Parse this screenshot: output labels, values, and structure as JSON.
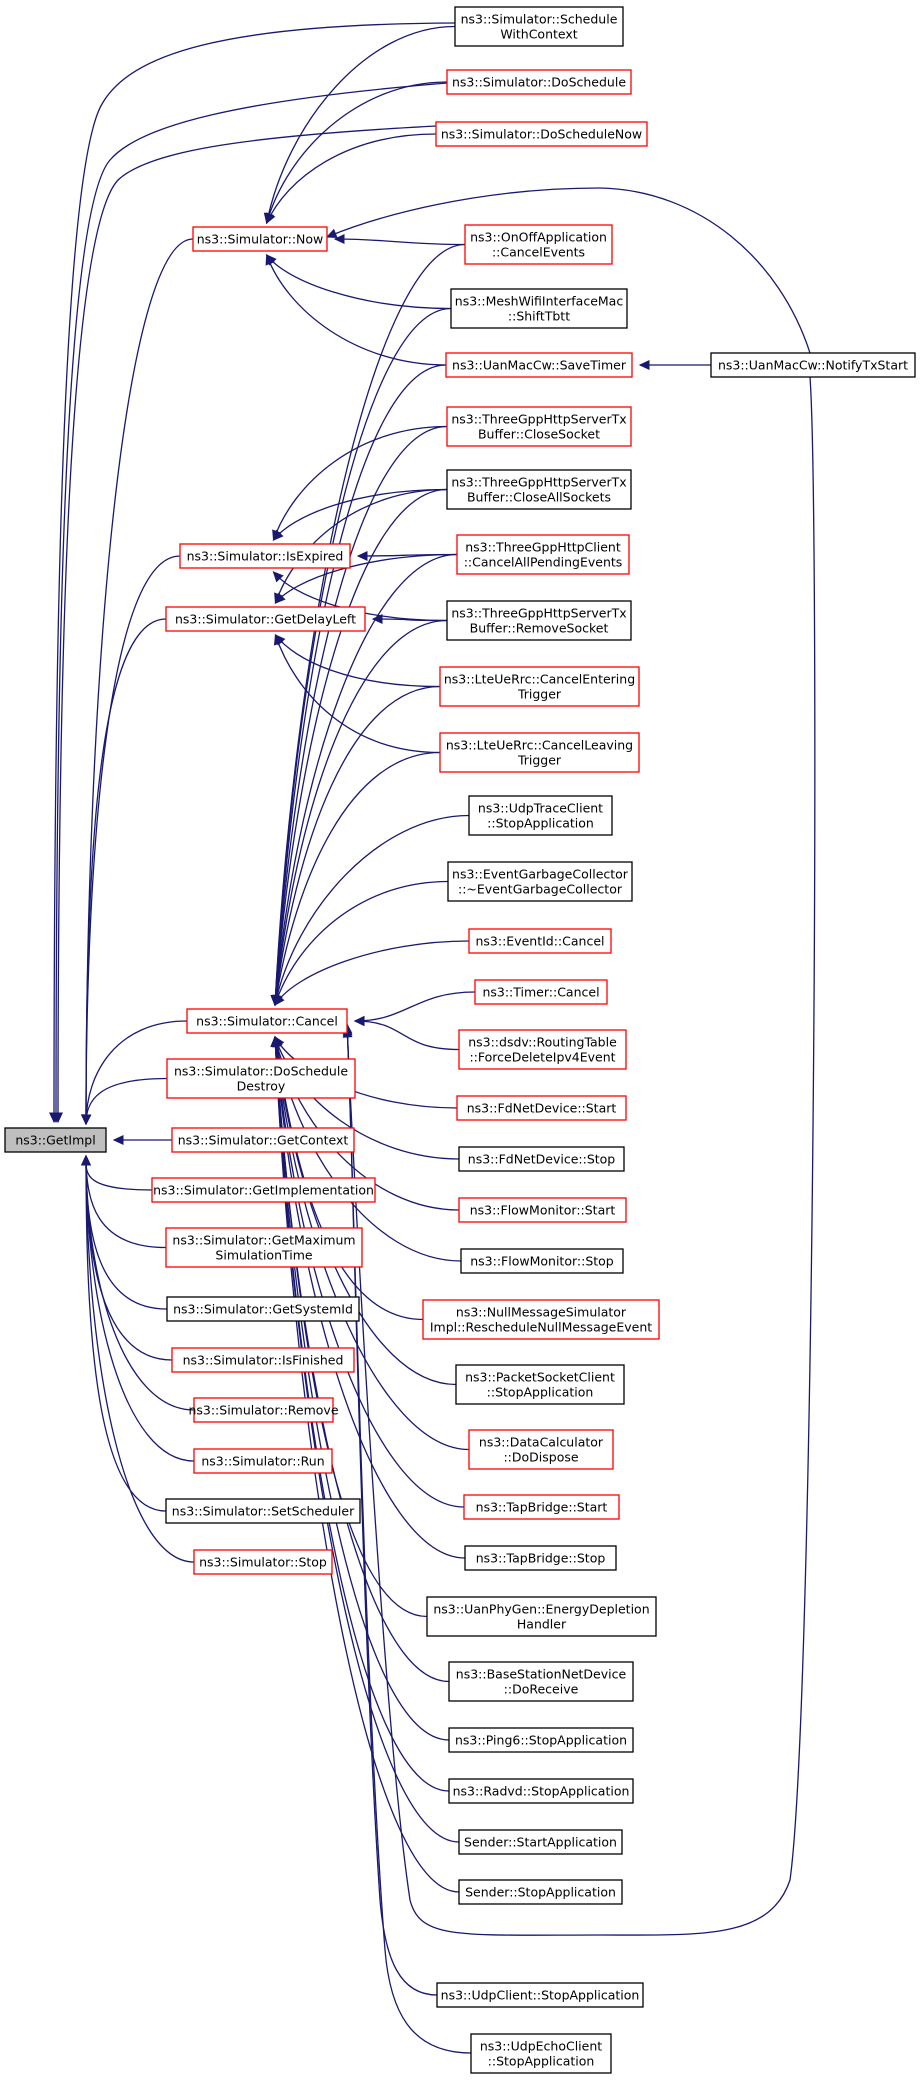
{
  "diagram": {
    "colors": {
      "edge": "#191970",
      "border_default": "#000000",
      "border_truncated": "#ff0000",
      "focus_fill": "#bfbfbf",
      "node_fill": "#ffffff"
    },
    "nodes": [
      {
        "id": "getimpl",
        "lines": [
          "ns3::GetImpl"
        ],
        "style": "focus"
      },
      {
        "id": "sim_now",
        "lines": [
          "ns3::Simulator::Now"
        ],
        "style": "red"
      },
      {
        "id": "sim_isexpired",
        "lines": [
          "ns3::Simulator::IsExpired"
        ],
        "style": "red"
      },
      {
        "id": "sim_getdelayleft",
        "lines": [
          "ns3::Simulator::GetDelayLeft"
        ],
        "style": "red"
      },
      {
        "id": "sim_cancel",
        "lines": [
          "ns3::Simulator::Cancel"
        ],
        "style": "red"
      },
      {
        "id": "sim_doschedule_destroy",
        "lines": [
          "ns3::Simulator::DoSchedule",
          "Destroy"
        ],
        "style": "red"
      },
      {
        "id": "sim_getcontext",
        "lines": [
          "ns3::Simulator::GetContext"
        ],
        "style": "red"
      },
      {
        "id": "sim_getimplementation",
        "lines": [
          "ns3::Simulator::GetImplementation"
        ],
        "style": "red"
      },
      {
        "id": "sim_getmaxsimtime",
        "lines": [
          "ns3::Simulator::GetMaximum",
          "SimulationTime"
        ],
        "style": "red"
      },
      {
        "id": "sim_getsystemid",
        "lines": [
          "ns3::Simulator::GetSystemId"
        ],
        "style": "black"
      },
      {
        "id": "sim_isfinished",
        "lines": [
          "ns3::Simulator::IsFinished"
        ],
        "style": "red"
      },
      {
        "id": "sim_remove",
        "lines": [
          "ns3::Simulator::Remove"
        ],
        "style": "red"
      },
      {
        "id": "sim_run",
        "lines": [
          "ns3::Simulator::Run"
        ],
        "style": "red"
      },
      {
        "id": "sim_setscheduler",
        "lines": [
          "ns3::Simulator::SetScheduler"
        ],
        "style": "black"
      },
      {
        "id": "sim_stop",
        "lines": [
          "ns3::Simulator::Stop"
        ],
        "style": "red"
      },
      {
        "id": "sim_schedulewithcontext",
        "lines": [
          "ns3::Simulator::Schedule",
          "WithContext"
        ],
        "style": "black"
      },
      {
        "id": "sim_doschedule",
        "lines": [
          "ns3::Simulator::DoSchedule"
        ],
        "style": "red"
      },
      {
        "id": "sim_doschedulenow",
        "lines": [
          "ns3::Simulator::DoScheduleNow"
        ],
        "style": "red"
      },
      {
        "id": "onoff_cancelevents",
        "lines": [
          "ns3::OnOffApplication",
          "::CancelEvents"
        ],
        "style": "red"
      },
      {
        "id": "meshwifi_shifttbtt",
        "lines": [
          "ns3::MeshWifiInterfaceMac",
          "::ShiftTbtt"
        ],
        "style": "black"
      },
      {
        "id": "uanmaccw_savetimer",
        "lines": [
          "ns3::UanMacCw::SaveTimer"
        ],
        "style": "red"
      },
      {
        "id": "tgpp_server_closesocket",
        "lines": [
          "ns3::ThreeGppHttpServerTx",
          "Buffer::CloseSocket"
        ],
        "style": "red"
      },
      {
        "id": "tgpp_server_closeallsockets",
        "lines": [
          "ns3::ThreeGppHttpServerTx",
          "Buffer::CloseAllSockets"
        ],
        "style": "black"
      },
      {
        "id": "tgpp_client_cancelall",
        "lines": [
          "ns3::ThreeGppHttpClient",
          "::CancelAllPendingEvents"
        ],
        "style": "red"
      },
      {
        "id": "tgpp_server_removesocket",
        "lines": [
          "ns3::ThreeGppHttpServerTx",
          "Buffer::RemoveSocket"
        ],
        "style": "black"
      },
      {
        "id": "lte_cancelentering",
        "lines": [
          "ns3::LteUeRrc::CancelEntering",
          "Trigger"
        ],
        "style": "red"
      },
      {
        "id": "lte_cancelleaving",
        "lines": [
          "ns3::LteUeRrc::CancelLeaving",
          "Trigger"
        ],
        "style": "red"
      },
      {
        "id": "udptrace_stop",
        "lines": [
          "ns3::UdpTraceClient",
          "::StopApplication"
        ],
        "style": "black"
      },
      {
        "id": "eventgc_dtor",
        "lines": [
          "ns3::EventGarbageCollector",
          "::~EventGarbageCollector"
        ],
        "style": "black"
      },
      {
        "id": "eventid_cancel",
        "lines": [
          "ns3::EventId::Cancel"
        ],
        "style": "red"
      },
      {
        "id": "timer_cancel",
        "lines": [
          "ns3::Timer::Cancel"
        ],
        "style": "red"
      },
      {
        "id": "dsdv_forcedelete",
        "lines": [
          "ns3::dsdv::RoutingTable",
          "::ForceDeleteIpv4Event"
        ],
        "style": "red"
      },
      {
        "id": "fdnet_start",
        "lines": [
          "ns3::FdNetDevice::Start"
        ],
        "style": "red"
      },
      {
        "id": "fdnet_stop",
        "lines": [
          "ns3::FdNetDevice::Stop"
        ],
        "style": "black"
      },
      {
        "id": "flowmon_start",
        "lines": [
          "ns3::FlowMonitor::Start"
        ],
        "style": "red"
      },
      {
        "id": "flowmon_stop",
        "lines": [
          "ns3::FlowMonitor::Stop"
        ],
        "style": "black"
      },
      {
        "id": "nullmsg_reschedule",
        "lines": [
          "ns3::NullMessageSimulator",
          "Impl::RescheduleNullMessageEvent"
        ],
        "style": "red"
      },
      {
        "id": "packetsocket_stop",
        "lines": [
          "ns3::PacketSocketClient",
          "::StopApplication"
        ],
        "style": "black"
      },
      {
        "id": "datacalc_dispose",
        "lines": [
          "ns3::DataCalculator",
          "::DoDispose"
        ],
        "style": "red"
      },
      {
        "id": "tapbridge_start",
        "lines": [
          "ns3::TapBridge::Start"
        ],
        "style": "red"
      },
      {
        "id": "tapbridge_stop",
        "lines": [
          "ns3::TapBridge::Stop"
        ],
        "style": "black"
      },
      {
        "id": "uanphy_energy",
        "lines": [
          "ns3::UanPhyGen::EnergyDepletion",
          "Handler"
        ],
        "style": "black"
      },
      {
        "id": "basestation_receive",
        "lines": [
          "ns3::BaseStationNetDevice",
          "::DoReceive"
        ],
        "style": "black"
      },
      {
        "id": "ping6_stop",
        "lines": [
          "ns3::Ping6::StopApplication"
        ],
        "style": "black"
      },
      {
        "id": "radvd_stop",
        "lines": [
          "ns3::Radvd::StopApplication"
        ],
        "style": "black"
      },
      {
        "id": "sender_start",
        "lines": [
          "Sender::StartApplication"
        ],
        "style": "black"
      },
      {
        "id": "sender_stop",
        "lines": [
          "Sender::StopApplication"
        ],
        "style": "black"
      },
      {
        "id": "udpclient_stop",
        "lines": [
          "ns3::UdpClient::StopApplication"
        ],
        "style": "black"
      },
      {
        "id": "udpecho_stop",
        "lines": [
          "ns3::UdpEchoClient",
          "::StopApplication"
        ],
        "style": "black"
      },
      {
        "id": "uanmaccw_notifytxstart",
        "lines": [
          "ns3::UanMacCw::NotifyTxStart"
        ],
        "style": "black"
      }
    ],
    "edges": [
      [
        "sim_now",
        "getimpl"
      ],
      [
        "sim_isexpired",
        "getimpl"
      ],
      [
        "sim_getdelayleft",
        "getimpl"
      ],
      [
        "sim_cancel",
        "getimpl"
      ],
      [
        "sim_doschedule_destroy",
        "getimpl"
      ],
      [
        "sim_getcontext",
        "getimpl"
      ],
      [
        "sim_getimplementation",
        "getimpl"
      ],
      [
        "sim_getmaxsimtime",
        "getimpl"
      ],
      [
        "sim_getsystemid",
        "getimpl"
      ],
      [
        "sim_isfinished",
        "getimpl"
      ],
      [
        "sim_remove",
        "getimpl"
      ],
      [
        "sim_run",
        "getimpl"
      ],
      [
        "sim_setscheduler",
        "getimpl"
      ],
      [
        "sim_stop",
        "getimpl"
      ],
      [
        "sim_schedulewithcontext",
        "getimpl"
      ],
      [
        "sim_doschedule",
        "getimpl"
      ],
      [
        "sim_doschedulenow",
        "getimpl"
      ],
      [
        "sim_schedulewithcontext",
        "sim_now"
      ],
      [
        "sim_doschedule",
        "sim_now"
      ],
      [
        "sim_doschedulenow",
        "sim_now"
      ],
      [
        "onoff_cancelevents",
        "sim_now"
      ],
      [
        "meshwifi_shifttbtt",
        "sim_now"
      ],
      [
        "uanmaccw_savetimer",
        "sim_now"
      ],
      [
        "uanmaccw_notifytxstart",
        "sim_now"
      ],
      [
        "tgpp_server_closesocket",
        "sim_isexpired"
      ],
      [
        "tgpp_server_closeallsockets",
        "sim_isexpired"
      ],
      [
        "tgpp_client_cancelall",
        "sim_isexpired"
      ],
      [
        "tgpp_server_removesocket",
        "sim_isexpired"
      ],
      [
        "tgpp_server_closeallsockets",
        "sim_getdelayleft"
      ],
      [
        "tgpp_client_cancelall",
        "sim_getdelayleft"
      ],
      [
        "tgpp_server_removesocket",
        "sim_getdelayleft"
      ],
      [
        "lte_cancelentering",
        "sim_getdelayleft"
      ],
      [
        "lte_cancelleaving",
        "sim_getdelayleft"
      ],
      [
        "uanmaccw_notifytxstart",
        "uanmaccw_savetimer"
      ],
      [
        "onoff_cancelevents",
        "sim_cancel"
      ],
      [
        "meshwifi_shifttbtt",
        "sim_cancel"
      ],
      [
        "uanmaccw_savetimer",
        "sim_cancel"
      ],
      [
        "tgpp_server_closesocket",
        "sim_cancel"
      ],
      [
        "tgpp_server_closeallsockets",
        "sim_cancel"
      ],
      [
        "tgpp_client_cancelall",
        "sim_cancel"
      ],
      [
        "tgpp_server_removesocket",
        "sim_cancel"
      ],
      [
        "lte_cancelentering",
        "sim_cancel"
      ],
      [
        "lte_cancelleaving",
        "sim_cancel"
      ],
      [
        "udptrace_stop",
        "sim_cancel"
      ],
      [
        "eventgc_dtor",
        "sim_cancel"
      ],
      [
        "eventid_cancel",
        "sim_cancel"
      ],
      [
        "timer_cancel",
        "sim_cancel"
      ],
      [
        "dsdv_forcedelete",
        "sim_cancel"
      ],
      [
        "fdnet_start",
        "sim_cancel"
      ],
      [
        "fdnet_stop",
        "sim_cancel"
      ],
      [
        "flowmon_start",
        "sim_cancel"
      ],
      [
        "flowmon_stop",
        "sim_cancel"
      ],
      [
        "nullmsg_reschedule",
        "sim_cancel"
      ],
      [
        "packetsocket_stop",
        "sim_cancel"
      ],
      [
        "datacalc_dispose",
        "sim_cancel"
      ],
      [
        "tapbridge_start",
        "sim_cancel"
      ],
      [
        "tapbridge_stop",
        "sim_cancel"
      ],
      [
        "uanphy_energy",
        "sim_cancel"
      ],
      [
        "basestation_receive",
        "sim_cancel"
      ],
      [
        "ping6_stop",
        "sim_cancel"
      ],
      [
        "radvd_stop",
        "sim_cancel"
      ],
      [
        "sender_start",
        "sim_cancel"
      ],
      [
        "sender_stop",
        "sim_cancel"
      ],
      [
        "udpclient_stop",
        "sim_cancel"
      ],
      [
        "udpecho_stop",
        "sim_cancel"
      ],
      [
        "uanmaccw_notifytxstart",
        "sim_cancel"
      ]
    ]
  }
}
